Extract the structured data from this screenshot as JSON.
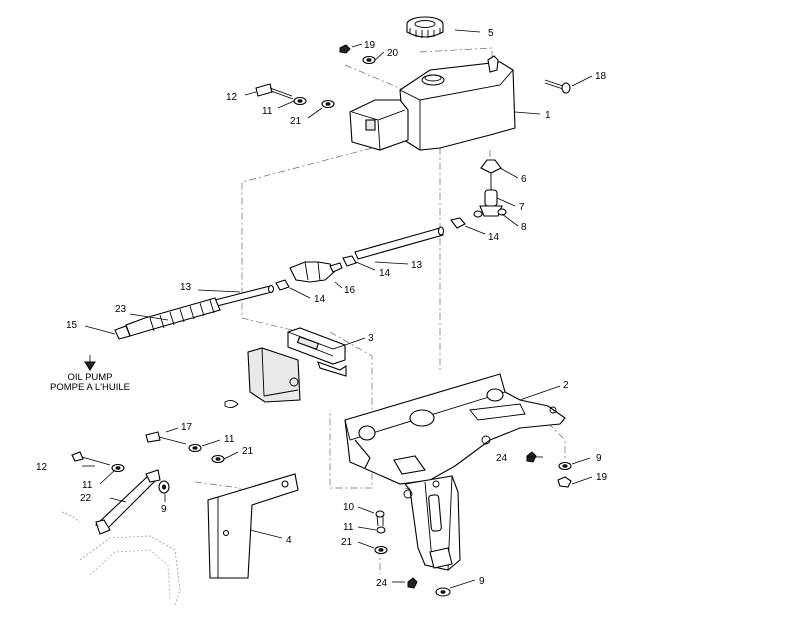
{
  "callouts": {
    "c1": "1",
    "c2": "2",
    "c3": "3",
    "c4": "4",
    "c5": "5",
    "c6": "6",
    "c7": "7",
    "c8": "8",
    "c9a": "9",
    "c9b": "9",
    "c9c": "9",
    "c10": "10",
    "c11a": "11",
    "c11b": "11",
    "c11c": "11",
    "c11d": "11",
    "c12a": "12",
    "c12b": "12",
    "c13a": "13",
    "c13b": "13",
    "c14a": "14",
    "c14b": "14",
    "c14c": "14",
    "c15": "15",
    "c16": "16",
    "c17": "17",
    "c18": "18",
    "c19a": "19",
    "c19b": "19",
    "c20": "20",
    "c21a": "21",
    "c21b": "21",
    "c21c": "21",
    "c22": "22",
    "c23": "23",
    "c24a": "24",
    "c24b": "24"
  },
  "notes": {
    "oil_pump_en": "OIL PUMP",
    "oil_pump_fr": "POMPE A L'HUILE"
  }
}
